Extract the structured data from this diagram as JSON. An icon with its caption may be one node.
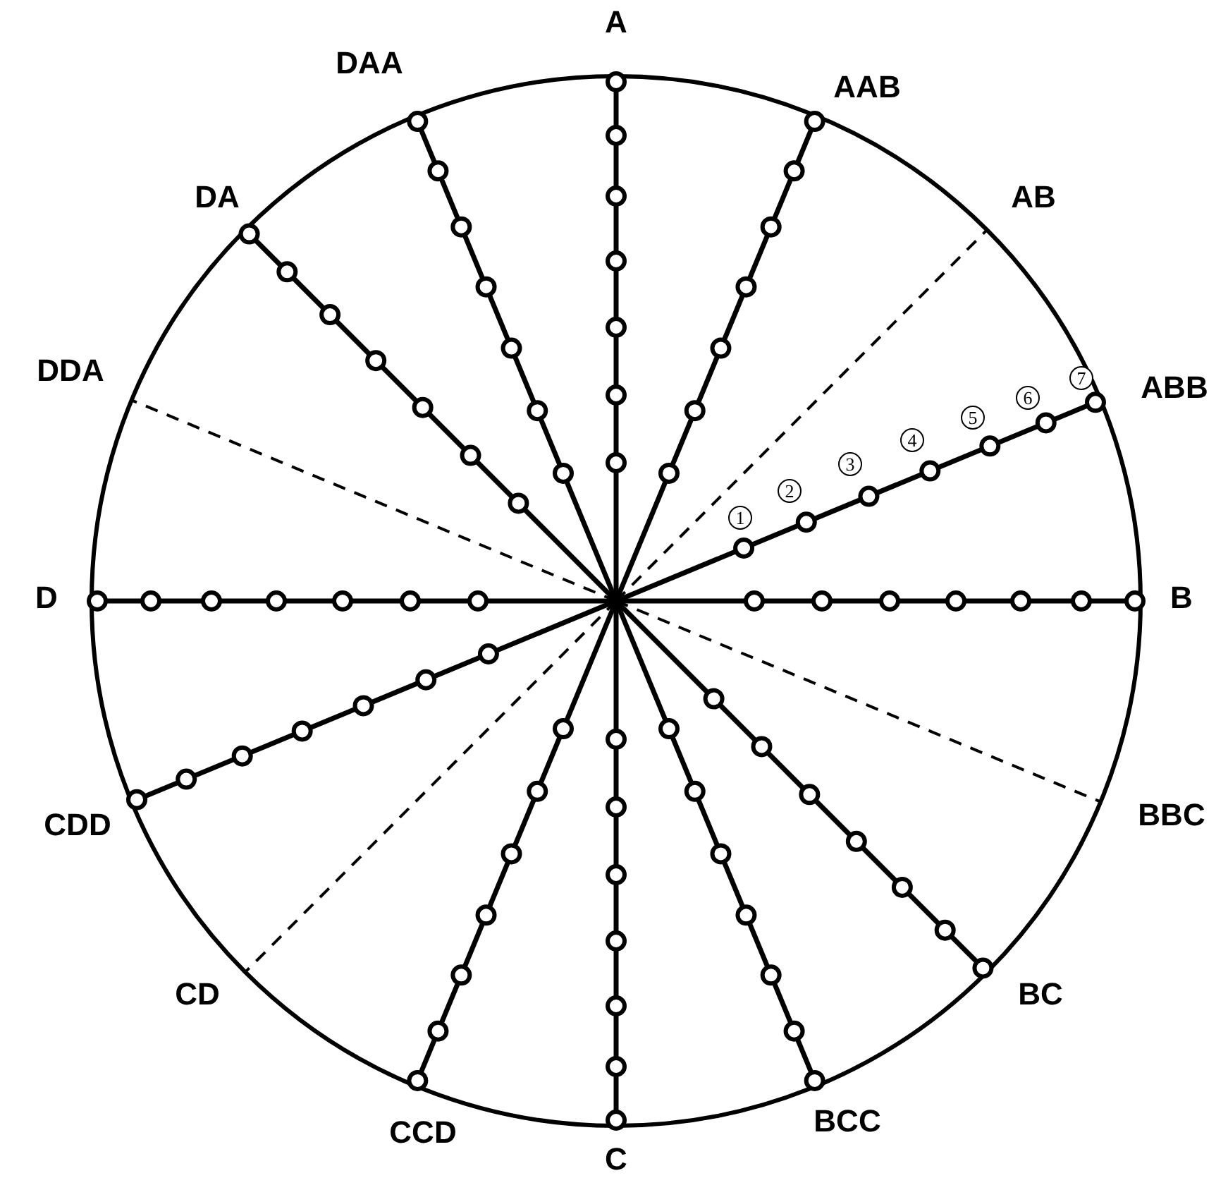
{
  "diagram": {
    "labels": [
      "A",
      "DAA",
      "AAB",
      "DA",
      "AB",
      "DDA",
      "ABB",
      "1",
      "2",
      "3",
      "4",
      "5",
      "6",
      "7",
      "D",
      "B",
      "CDD",
      "BBC",
      "CD",
      "BC",
      "CCD",
      "BCC",
      "C"
    ]
  }
}
